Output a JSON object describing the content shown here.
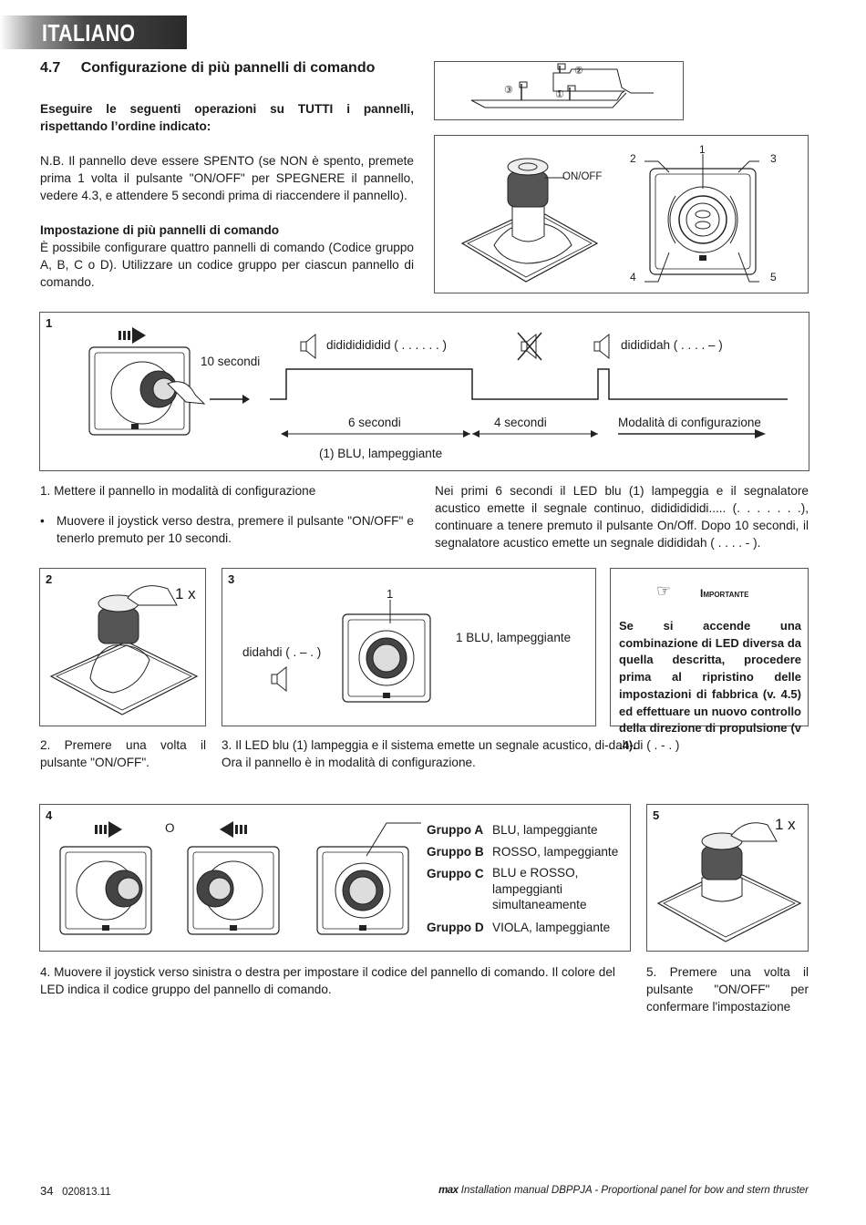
{
  "header": {
    "language": "ITALIANO"
  },
  "section": {
    "number": "4.7",
    "title": "Configurazione di più pannelli di comando",
    "intro": "Eseguire le seguenti operazioni su TUTTI i pannelli, rispettando l’ordine indicato:",
    "note": "N.B. Il pannello deve essere SPENTO (se NON è spento, premete prima 1 volta il pulsante \"ON/OFF\" per SPEGNERE il pannello, vedere 4.3, e attendere 5 secondi prima di riaccendere il pannello).",
    "subtitle": "Impostazione di più pannelli di comando",
    "subtext": "È possibile configurare quattro pannelli di comando (Codice gruppo A, B, C o D). Utilizzare un codice gruppo per ciascun pannello di comando."
  },
  "top_figures": {
    "boat_labels": [
      "①",
      "②",
      "③"
    ],
    "onoff_label": "ON/OFF",
    "corner_labels": [
      "1",
      "2",
      "3",
      "4",
      "5"
    ]
  },
  "fig1": {
    "number": "1",
    "ten_seconds": "10 secondi",
    "tone1": "didididididid ( . . . . . . )",
    "tone2": "didididah ( . . . . – )",
    "six_seconds": "6 secondi",
    "four_seconds": "4 secondi",
    "config_mode": "Modalità di configurazione",
    "blue_blink": "(1) BLU, lampeggiante"
  },
  "step1": {
    "title": "1.  Mettere il pannello in modalità di configurazione",
    "bullet": "Muovere il joystick verso destra, premere il pulsante \"ON/OFF\" e tenerlo premuto per 10 secondi.",
    "right_text": "Nei primi 6 secondi il LED blu (1) lampeggia e il segnalatore acustico emette il segnale continuo, didididididi..... (. . . . . . .), continuare a tenere premuto il pulsante On/Off. Dopo 10 secondi, il segnalatore acustico emette un segnale didididah ( . . . . - )."
  },
  "fig2": {
    "number": "2",
    "press": "1 x"
  },
  "fig3": {
    "number": "3",
    "tone": "didahdi ( . – . )",
    "led_num": "1",
    "led_label": "1  BLU, lampeggiante"
  },
  "important": {
    "title": "Importante",
    "text": "Se si accende una combinazione di LED diversa da quella descritta, procedere prima al ripristino delle impostazioni di fabbrica (v. 4.5) ed effettuare un nuovo controllo della direzione di propulsione  (v .4)."
  },
  "step2": "2.  Premere una volta il pulsante \"ON/OFF\".",
  "step3": "3.  Il LED blu (1) lampeggia e il sistema emette un segnale acustico, di-dah-di ( . - . ) Ora il pannello è in modalità di configurazione.",
  "fig4": {
    "number": "4",
    "or": "O",
    "groups": [
      {
        "name": "Gruppo  A",
        "value": "BLU, lampeggiante"
      },
      {
        "name": "Gruppo  B",
        "value": "ROSSO, lampeggiante"
      },
      {
        "name": "Gruppo  C",
        "value": "BLU e ROSSO, lampeggianti simultaneamente"
      },
      {
        "name": "Gruppo  D",
        "value": "VIOLA, lampeggiante"
      }
    ]
  },
  "fig5": {
    "number": "5",
    "press": "1 x"
  },
  "step4": "4.  Muovere il joystick verso sinistra o destra per impostare il codice del pannello di comando. Il colore del LED indica il codice gruppo del pannello di comando.",
  "step5": "5.  Premere una volta il pulsante \"ON/OFF\" per confermare l'impostazione",
  "footer": {
    "page": "34",
    "code": "020813.11",
    "brand": "max",
    "title": "Installation manual DBPPJA - Proportional panel for bow and stern thruster"
  },
  "colors": {
    "banner": "#333333",
    "stroke": "#222222"
  }
}
